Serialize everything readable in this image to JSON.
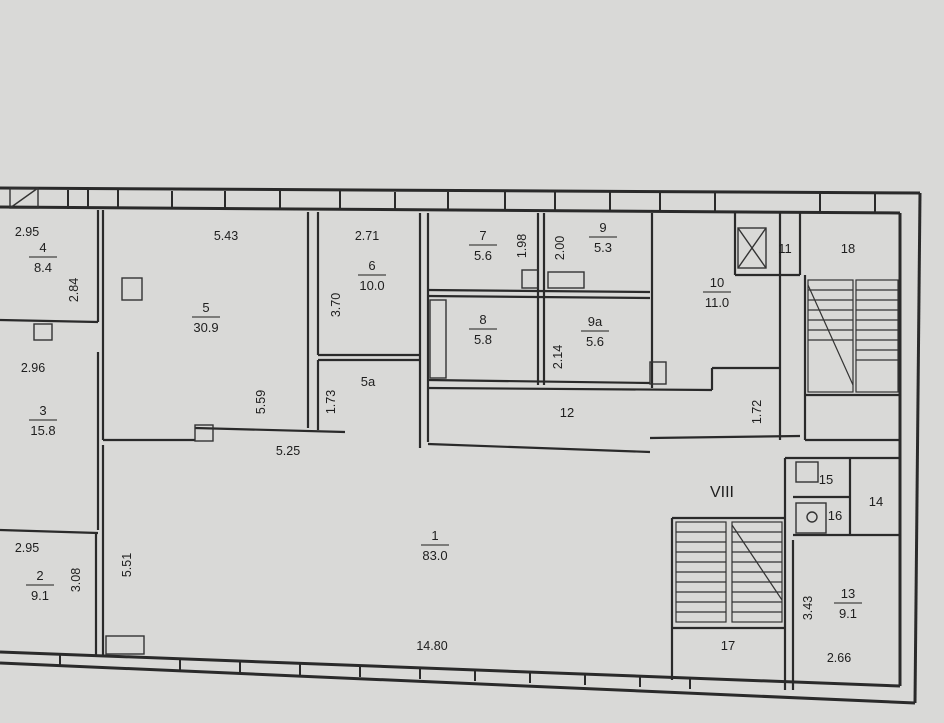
{
  "room_labels": [
    {
      "id": "r4",
      "number": "4",
      "area": "8.4"
    },
    {
      "id": "r5",
      "number": "5",
      "area": "30.9"
    },
    {
      "id": "r6",
      "number": "6",
      "area": "10.0"
    },
    {
      "id": "r7",
      "number": "7",
      "area": "5.6"
    },
    {
      "id": "r9",
      "number": "9",
      "area": "5.3"
    },
    {
      "id": "r10",
      "number": "10",
      "area": "11.0"
    },
    {
      "id": "r8",
      "number": "8",
      "area": "5.8"
    },
    {
      "id": "r9a",
      "number": "9a",
      "area": "5.6"
    },
    {
      "id": "r3",
      "number": "3",
      "area": "15.8"
    },
    {
      "id": "r1",
      "number": "1",
      "area": "83.0"
    },
    {
      "id": "r2",
      "number": "2",
      "area": "9.1"
    },
    {
      "id": "r13",
      "number": "13",
      "area": "9.1"
    }
  ],
  "plain_labels": [
    {
      "id": "r11",
      "text": "11"
    },
    {
      "id": "r18",
      "text": "18"
    },
    {
      "id": "r5a",
      "text": "5a"
    },
    {
      "id": "r12",
      "text": "12"
    },
    {
      "id": "r15",
      "text": "15"
    },
    {
      "id": "r16",
      "text": "16"
    },
    {
      "id": "r14",
      "text": "14"
    },
    {
      "id": "r17",
      "text": "17"
    },
    {
      "id": "stair-viii",
      "text": "VIII"
    }
  ],
  "dimensions": [
    {
      "id": "d1",
      "text": "2.95"
    },
    {
      "id": "d2",
      "text": "5.43"
    },
    {
      "id": "d3",
      "text": "2.71"
    },
    {
      "id": "d4",
      "text": "2.84"
    },
    {
      "id": "d5",
      "text": "1.98"
    },
    {
      "id": "d6",
      "text": "2.00"
    },
    {
      "id": "d7",
      "text": "3.70"
    },
    {
      "id": "d8",
      "text": "2.96"
    },
    {
      "id": "d9",
      "text": "5.59"
    },
    {
      "id": "d10",
      "text": "1.73"
    },
    {
      "id": "d11",
      "text": "2.14"
    },
    {
      "id": "d12",
      "text": "1.72"
    },
    {
      "id": "d13",
      "text": "5.25"
    },
    {
      "id": "d14",
      "text": "2.95"
    },
    {
      "id": "d15",
      "text": "5.51"
    },
    {
      "id": "d16",
      "text": "3.08"
    },
    {
      "id": "d17",
      "text": "3.43"
    },
    {
      "id": "d18",
      "text": "14.80"
    },
    {
      "id": "d19",
      "text": "2.66"
    }
  ]
}
